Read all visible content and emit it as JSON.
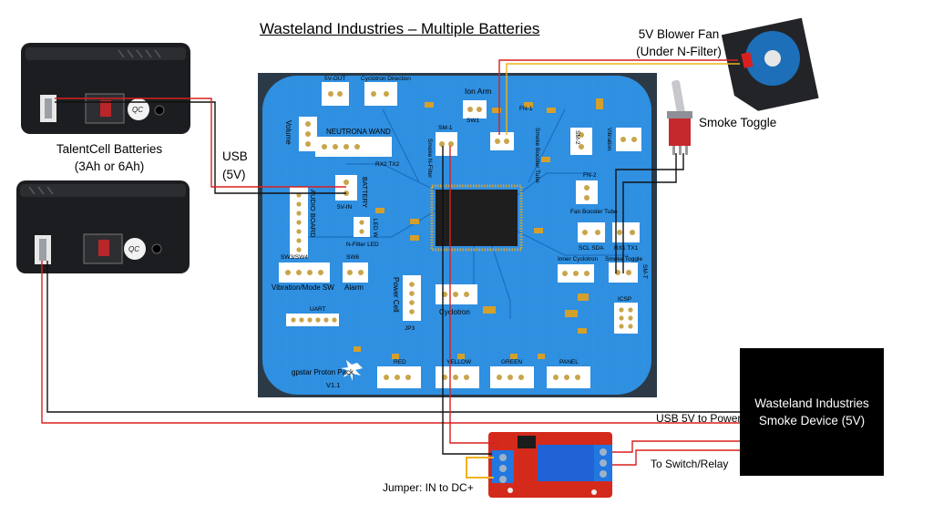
{
  "title": "Wasteland Industries – Multiple Batteries",
  "batteries": {
    "label_line1": "TalentCell Batteries",
    "label_line2": "(3Ah or 6Ah)",
    "switch_badge": "QC"
  },
  "usb_label": {
    "line1": "USB",
    "line2": "(5V)"
  },
  "fan": {
    "label_line1": "5V Blower Fan",
    "label_line2": "(Under N-Filter)"
  },
  "smoke_toggle": "Smoke Toggle",
  "smoke_device": {
    "line1": "Wasteland Industries",
    "line2": "Smoke Device (5V)"
  },
  "usb_power_label": "USB 5V to Power",
  "switch_relay_label": "To Switch/Relay",
  "jumper_label": "Jumper: IN to DC+",
  "pcb": {
    "name_line1": "gpstar Proton Pack",
    "name_line2": "V1.1",
    "headers": {
      "v5_out": "5V-OUT",
      "cyclotron_direction": "Cyclotron Direction",
      "ion_arm": "Ion Arm",
      "sw1": "SW1",
      "fn1": "FN-1",
      "smoke_booster_tube": "Smoke Booster Tube",
      "sm2": "SM-2",
      "volume": "Volume",
      "neutrona_wand": "NEUTRONA WAND",
      "rx2_tx2": "RX2 TX2",
      "sm1": "SM-1",
      "smoke_nfilter": "Smoke N-Filter",
      "vibration": "Vibration",
      "battery": "BATTERY",
      "v5_in": "5V-IN",
      "audio_board": "AUDIO BOARD",
      "led_w": "LED W",
      "nfilter_led": "N-Filter LED",
      "fn2": "FN-2",
      "fan_booster_tube": "Fan Booster Tube",
      "scl_sda": "SCL SDA",
      "rx1_tx1": "RX1 TX1",
      "sw3_sw4": "SW3/SW4",
      "sw6": "SW6",
      "vibration_mode_sw": "Vibration/Mode SW",
      "alarm": "Alarm",
      "inner_cyclotron": "Inner Cyclotron",
      "smoke_toggle_hdr": "Smoke Toggle",
      "sm_t": "SM-T",
      "power_cell": "Power Cell",
      "jp3": "JP3",
      "cyclotron": "Cyclotron",
      "uart": "UART",
      "icsp": "ICSP",
      "red": "RED",
      "yellow": "YELLOW",
      "green": "GREEN",
      "panel": "PANEL"
    }
  },
  "colors": {
    "pcb_blue": "#2f8fe0",
    "wire_red": "#d9201e",
    "wire_black": "#111111",
    "wire_yellow": "#f1b21a",
    "relay_red": "#d42a1c",
    "relay_blue": "#1f63d6",
    "battery_body": "#1c1d20"
  }
}
